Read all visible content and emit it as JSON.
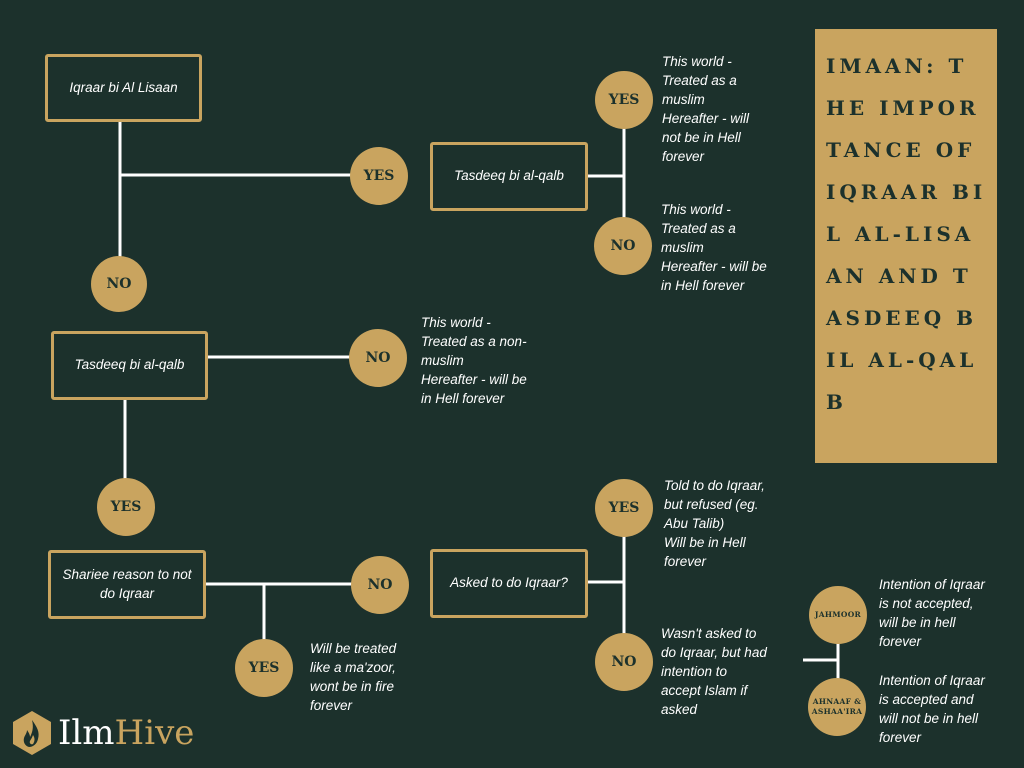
{
  "colors": {
    "background": "#1c312c",
    "accent": "#c9a45f",
    "text": "#ffffff"
  },
  "title": "IMAAN: THE IMPORTANCE OF IQRAAR BIL AL-LISAAN AND TASDEEQ BIL AL-QALB",
  "boxes": {
    "iqraar": "Iqraar bi Al Lisaan",
    "tasdeeq_top": "Tasdeeq bi al-qalb",
    "tasdeeq_mid": "Tasdeeq bi al-qalb",
    "shariee": "Shariee reason to not do Iqraar",
    "asked": "Asked to do Iqraar?"
  },
  "circles": {
    "yes1": "YES",
    "no1": "NO",
    "yes2": "YES",
    "no2": "NO",
    "no3": "NO",
    "yes3": "YES",
    "no4": "NO",
    "yes4": "YES",
    "yes5": "YES",
    "no5": "NO",
    "jahmoor": "JAHMOOR",
    "ahnaaf": "AHNAAF & ASHAA'IRA"
  },
  "notes": {
    "yes2": "This world -\nTreated as a\nmuslim\nHereafter - will\nnot be in Hell\nforever",
    "no2": "This world -\nTreated as a\nmuslim\nHereafter - will be\nin Hell forever",
    "no3": "This world -\nTreated as a non-\nmuslim\nHereafter - will be\nin Hell forever",
    "yes5": "Told to do Iqraar,\nbut refused (eg.\nAbu Talib)\n Will be in Hell\nforever",
    "no5": "Wasn't asked to\ndo Iqraar, but had\nintention to\naccept Islam if\nasked",
    "yes4": "Will be treated\nlike a ma'zoor,\nwont be in fire\nforever",
    "jahmoor": "Intention of Iqraar\nis not accepted,\nwill be in hell\nforever",
    "ahnaaf": "Intention of Iqraar\nis accepted and\nwill not be in hell\nforever"
  },
  "logo": {
    "word_part1": "Ilm",
    "word_part2": "Hive",
    "icon": "flame-hexagon-icon"
  }
}
